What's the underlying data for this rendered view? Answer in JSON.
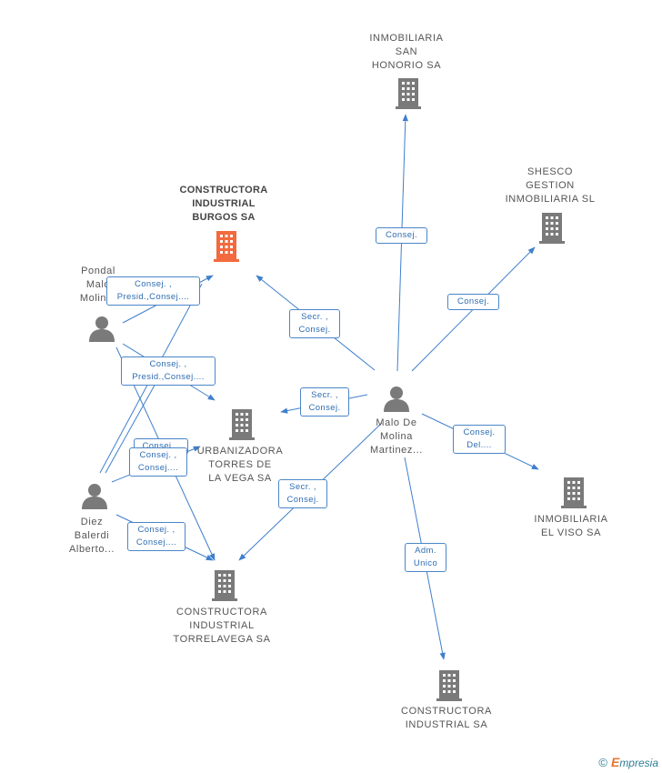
{
  "nodes": {
    "san_honorio": {
      "lines": [
        "INMOBILIARIA",
        "SAN",
        "HONORIO SA"
      ]
    },
    "shesco": {
      "lines": [
        "SHESCO",
        "GESTION",
        "INMOBILIARIA SL"
      ]
    },
    "burgos": {
      "lines": [
        "CONSTRUCTORA",
        "INDUSTRIAL",
        "BURGOS SA"
      ]
    },
    "pondal": {
      "lines": [
        "Pondal",
        "Malo",
        "Molin..."
      ]
    },
    "urbanizadora": {
      "lines": [
        "URBANIZADORA",
        "TORRES DE",
        "LA VEGA SA"
      ]
    },
    "malo_molina": {
      "lines": [
        "Malo De",
        "Molina",
        "Martinez..."
      ]
    },
    "el_viso": {
      "lines": [
        "INMOBILIARIA",
        "EL VISO SA"
      ]
    },
    "diez": {
      "lines": [
        "Diez",
        "Balerdi",
        "Alberto..."
      ]
    },
    "torrelavega": {
      "lines": [
        "CONSTRUCTORA",
        "INDUSTRIAL",
        "TORRELAVEGA SA"
      ]
    },
    "ci_sa": {
      "lines": [
        "CONSTRUCTORA",
        "INDUSTRIAL SA"
      ]
    }
  },
  "relations": {
    "r_san_honorio": {
      "lines": [
        "Consej."
      ]
    },
    "r_shesco": {
      "lines": [
        "Consej."
      ]
    },
    "r_burgos_malo": {
      "lines": [
        "Secr. ,",
        "Consej."
      ]
    },
    "r_urban_malo": {
      "lines": [
        "Secr. ,",
        "Consej."
      ]
    },
    "r_el_viso": {
      "lines": [
        "Consej.",
        "Del...."
      ]
    },
    "r_torre_malo": {
      "lines": [
        "Secr. ,",
        "Consej."
      ]
    },
    "r_ci_sa": {
      "lines": [
        "Adm.",
        "Unico"
      ]
    },
    "r_pondal_burgos": {
      "lines": [
        "Consej. ,",
        "Presid.,Consej...."
      ]
    },
    "r_pondal_urban": {
      "lines": [
        "Consej. ,",
        "Presid.,Consej...."
      ]
    },
    "r_diez_urban_hidden": {
      "lines": [
        "Consej. ,"
      ]
    },
    "r_diez_urban": {
      "lines": [
        "Consej. ,",
        "Consej...."
      ]
    },
    "r_diez_torre": {
      "lines": [
        "Consej. ,",
        "Consej...."
      ]
    }
  },
  "colors": {
    "edge": "#3f7fcc",
    "building": "#7a7a7a",
    "main_building": "#f26a3d",
    "person": "#7a7a7a"
  },
  "footer": {
    "copyright": "©",
    "brand_first": "E",
    "brand_rest": "mpresia"
  }
}
